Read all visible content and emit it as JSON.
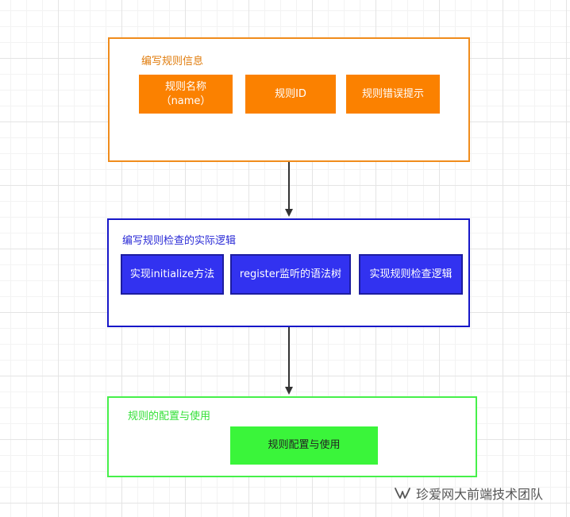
{
  "diagram": {
    "groups": [
      {
        "title": "编写规则信息",
        "nodes": [
          "规则名称\n（name）",
          "规则ID",
          "规则错误提示"
        ]
      },
      {
        "title": "编写规则检查的实际逻辑",
        "nodes": [
          "实现initialize方法",
          "register监听的语法树",
          "实现规则检查逻辑"
        ]
      },
      {
        "title": "规则的配置与使用",
        "nodes": [
          "规则配置与使用"
        ]
      }
    ]
  },
  "watermark": {
    "text": "珍爱网大前端技术团队",
    "icon": "wechat-channel-icon"
  },
  "colors": {
    "orange": "#fb8100",
    "blue": "#3232f0",
    "green": "#3af53a"
  }
}
